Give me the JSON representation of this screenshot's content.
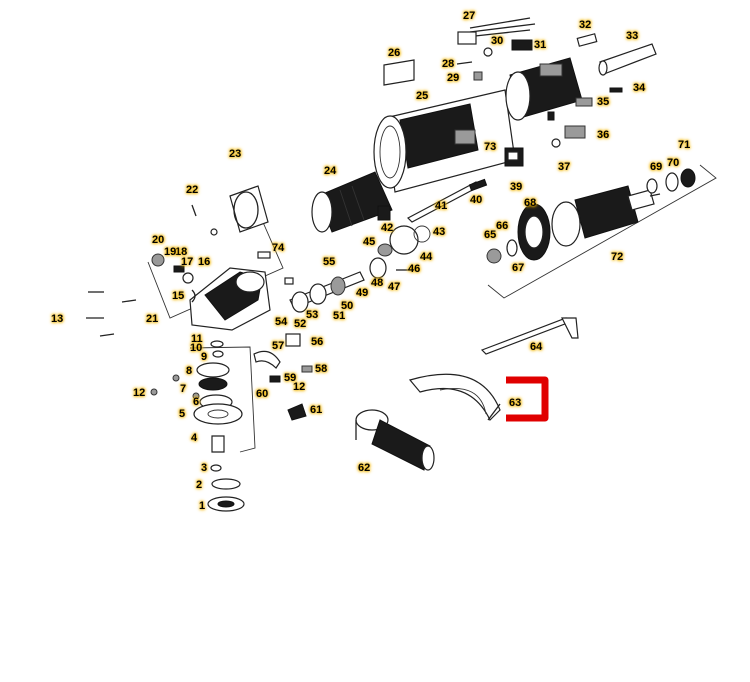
{
  "diagram": {
    "parts": [
      "1",
      "2",
      "3",
      "4",
      "5",
      "6",
      "7",
      "8",
      "9",
      "10",
      "11",
      "12",
      "12",
      "13",
      "15",
      "16",
      "17",
      "18",
      "19",
      "20",
      "21",
      "22",
      "23",
      "24",
      "25",
      "26",
      "27",
      "28",
      "29",
      "30",
      "31",
      "32",
      "33",
      "34",
      "35",
      "36",
      "37",
      "39",
      "40",
      "41",
      "42",
      "43",
      "44",
      "45",
      "46",
      "47",
      "48",
      "49",
      "50",
      "51",
      "52",
      "53",
      "54",
      "55",
      "56",
      "57",
      "58",
      "59",
      "60",
      "61",
      "62",
      "63",
      "64",
      "65",
      "66",
      "67",
      "68",
      "69",
      "70",
      "71",
      "72",
      "73",
      "74"
    ],
    "highlight_color": "#e00000",
    "label_color": "#f2b705",
    "highlighted_part": "63"
  }
}
